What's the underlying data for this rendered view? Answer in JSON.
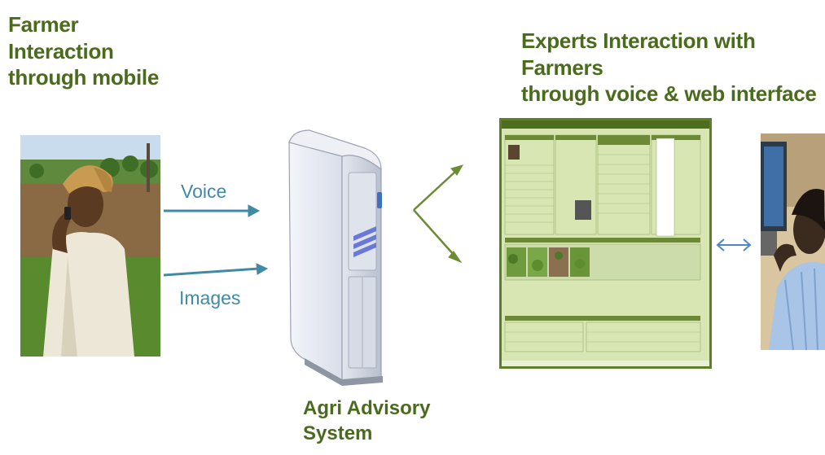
{
  "farmer_title": [
    "Farmer",
    "Interaction",
    "through mobile"
  ],
  "expert_title": [
    "Experts Interaction with Farmers",
    "through voice & web interface"
  ],
  "arrows": {
    "voice_label": "Voice",
    "images_label": "Images"
  },
  "server": {
    "label": [
      "Agri Advisory",
      "System"
    ]
  },
  "colors": {
    "title_green": "#4a6b1c",
    "arrow_teal": "#3f8aa4",
    "branch_green": "#6b8c34",
    "double_arrow_blue": "#4f86c6",
    "panel_border": "#5d7f28"
  },
  "icons": [
    "farmer-photo",
    "server-icon",
    "operator-photo",
    "double-arrow-icon"
  ]
}
